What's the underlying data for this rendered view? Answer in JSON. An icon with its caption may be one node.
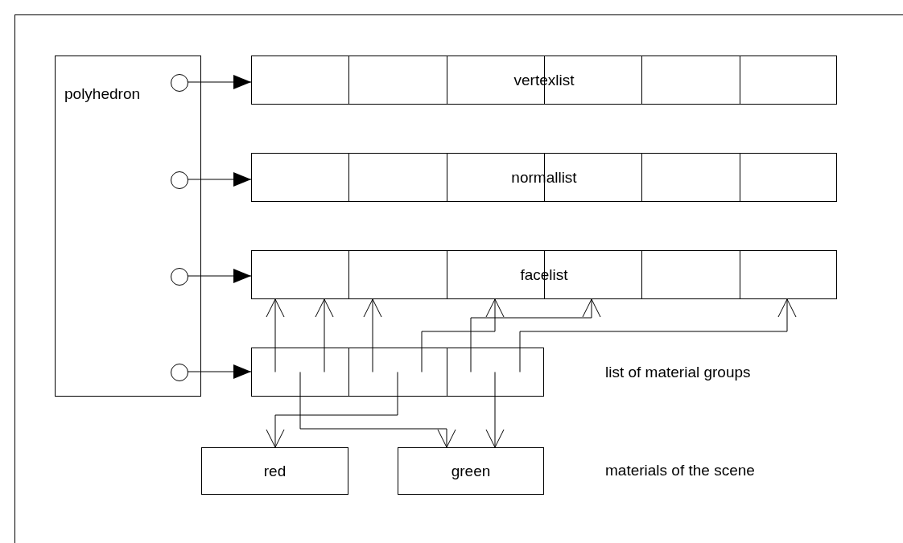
{
  "diagram": {
    "nodes": [
      {
        "text": [
          "polyhedron"
        ]
      },
      {
        "text": [],
        "shape": "circle",
        "in": 0
      },
      {
        "text": [],
        "shape": "circle",
        "in": 0
      },
      {
        "text": [],
        "shape": "circle",
        "in": 0
      },
      {
        "text": [],
        "shape": "circle",
        "in": 0
      },
      {
        "text": [
          "vertexlist"
        ]
      },
      {
        "text": [
          "normallist"
        ]
      },
      {
        "text": [
          "facelist"
        ]
      },
      {
        "text": [],
        "shape": "box"
      },
      {
        "text": [
          "red"
        ]
      },
      {
        "text": [
          "green"
        ]
      }
    ],
    "edges": [
      {
        "from": 1,
        "to": 5,
        "arrow": "to"
      },
      {
        "from": 2,
        "to": 6,
        "arrow": "to"
      },
      {
        "from": 3,
        "to": 7,
        "arrow": "to"
      },
      {
        "from": 4,
        "to": 8,
        "arrow": "to"
      },
      {
        "from": 8,
        "to": 7,
        "arrow": "to"
      },
      {
        "from": 8,
        "to": 7,
        "arrow": "to"
      },
      {
        "from": 8,
        "to": 10,
        "arrow": "to"
      },
      {
        "from": 8,
        "to": 7,
        "arrow": "to"
      },
      {
        "from": 8,
        "to": 7,
        "arrow": "to"
      },
      {
        "from": 8,
        "to": 9,
        "arrow": "to"
      },
      {
        "from": 8,
        "to": 7,
        "arrow": "to"
      },
      {
        "from": 8,
        "to": 7,
        "arrow": "to"
      },
      {
        "from": 8,
        "to": 10,
        "arrow": "to"
      }
    ],
    "labels": [
      "list of material groups",
      "materials of the scene"
    ]
  }
}
